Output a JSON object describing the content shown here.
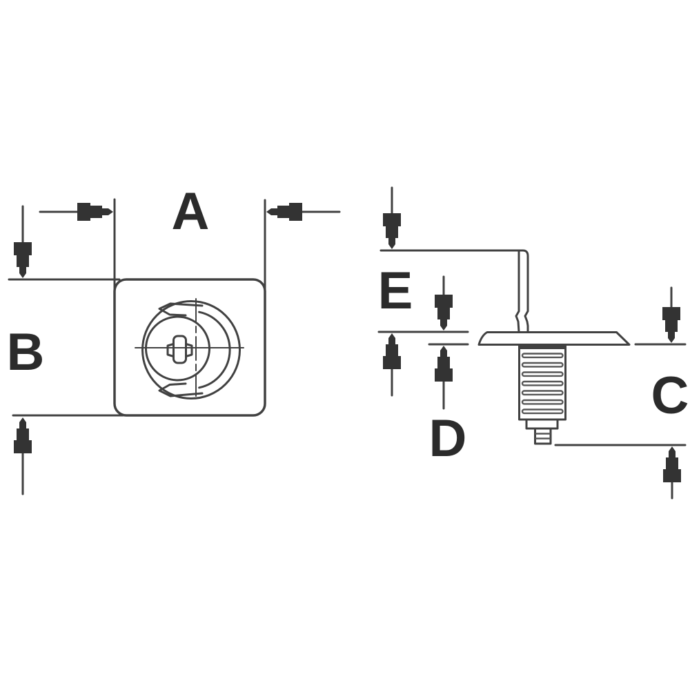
{
  "diagram": {
    "dimension_labels": {
      "A": "A",
      "B": "B",
      "C": "C",
      "D": "D",
      "E": "E"
    }
  },
  "colors": {
    "background": "#ffffff",
    "line": "#414141",
    "arrow_fill": "#333333",
    "label_text": "#2b2b2b",
    "thread_line": "#555555"
  }
}
